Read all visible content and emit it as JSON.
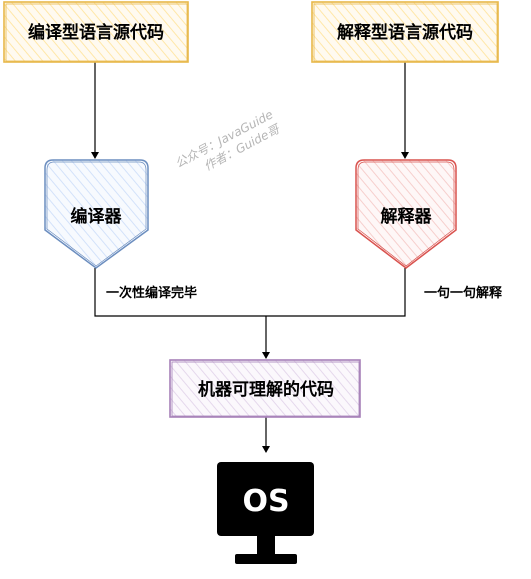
{
  "nodes": {
    "compiled_source": "编译型语言源代码",
    "interpreted_source": "解释型语言源代码",
    "compiler": "编译器",
    "interpreter": "解释器",
    "machine_code": "机器可理解的代码",
    "os": "OS"
  },
  "edges": {
    "compile_note": "一次性编译完毕",
    "interpret_note": "一句一句解释"
  },
  "watermark": {
    "line1": "公众号：JavaGuide",
    "line2": "作者：Guide哥"
  },
  "colors": {
    "source_fill": "#fff2cc",
    "source_stroke": "#d6b656",
    "compiler_fill": "#dae8fc",
    "compiler_stroke": "#6c8ebf",
    "interpreter_fill": "#f8cecc",
    "interpreter_stroke": "#b85450",
    "machine_fill": "#e1d5e7",
    "machine_stroke": "#9673a6",
    "line": "#000000"
  }
}
